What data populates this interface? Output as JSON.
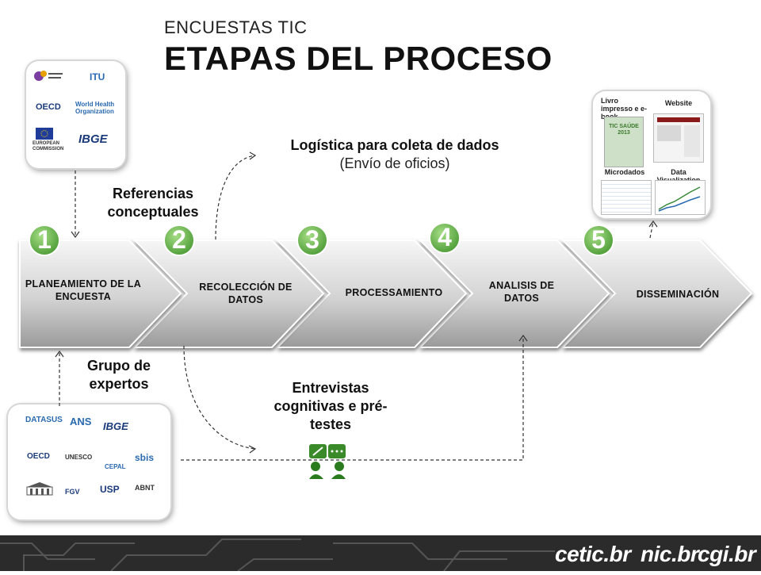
{
  "header": {
    "supertitle": "ENCUESTAS TIC",
    "title": "ETAPAS DEL PROCESO"
  },
  "steps": [
    {
      "number": "1",
      "label": "PLANEAMIENTO DE LA ENCUESTA"
    },
    {
      "number": "2",
      "label": "RECOLECCIÓN DE DATOS"
    },
    {
      "number": "3",
      "label": "PROCESSAMIENTO"
    },
    {
      "number": "4",
      "label": "ANALISIS DE DATOS"
    },
    {
      "number": "5",
      "label": "DISSEMINACIÓN"
    }
  ],
  "annotations": {
    "referencias": "Referencias conceptuales",
    "grupo": "Grupo de expertos",
    "logistica_title": "Logística para coleta de dados",
    "logistica_sub": "(Envío de oficios)",
    "entrevistas": "Entrevistas cognitivas e pré-testes"
  },
  "top_logos": [
    "ITU",
    "OECD",
    "World Health Organization",
    "EUROPEAN COMMISSION",
    "IBGE"
  ],
  "bottom_logos": [
    "DATASUS",
    "ANS",
    "IBGE",
    "OECD",
    "UNESCO",
    "CEPAL",
    "sbis",
    "FGV",
    "USP",
    "ABNT"
  ],
  "dissemination_card": {
    "print_label": "Livro impresso e e-book",
    "website_label": "Website",
    "micro_label": "Microdados",
    "dataviz_label": "Data Visualization",
    "book_title": "TIC SAÚDE 2013"
  },
  "footer": {
    "brands": [
      "cetic.br",
      "nic.br",
      "cgi.br"
    ]
  },
  "colors": {
    "arrow_top": "#f6f6f6",
    "arrow_bottom": "#9a9a9a",
    "number_green": "#5fae45",
    "footer": "#2b2b2b",
    "brand_dot": "#f0a000"
  }
}
